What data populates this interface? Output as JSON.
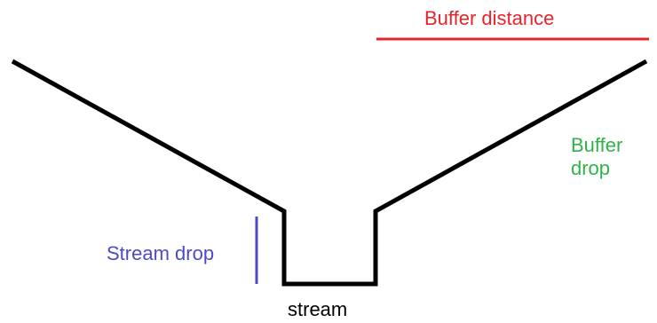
{
  "labels": {
    "buffer_distance": "Buffer distance",
    "buffer_drop_line1": "Buffer",
    "buffer_drop_line2": "drop",
    "stream_drop": "Stream drop",
    "stream": "stream"
  },
  "colors": {
    "profile": "#000000",
    "buffer_distance": "#e8232a",
    "buffer_drop": "#2fb34a",
    "stream_drop": "#4b4bc8",
    "stream": "#000000",
    "background": "#ffffff"
  }
}
